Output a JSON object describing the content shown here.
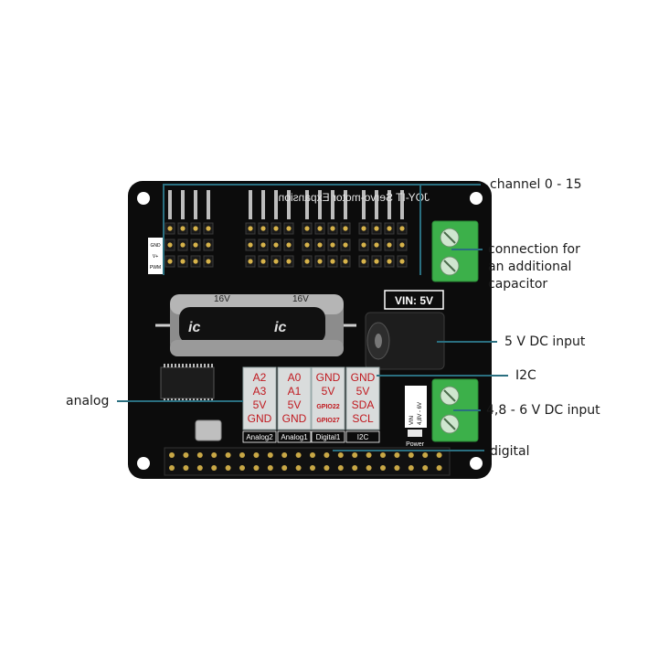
{
  "callouts": {
    "channels": "channel 0 - 15",
    "capacitor": [
      "connection for",
      "an additional",
      "capacitor"
    ],
    "dc5v": "5 V DC input",
    "i2c": "I2C",
    "dc_range": "4,8 - 6 V DC input",
    "digital": "digital",
    "analog": "analog"
  },
  "board": {
    "vin_label": "VIN: 5V",
    "power_label": "Power",
    "vin_range": [
      "VIN",
      "4,8V - 6V"
    ],
    "pin_labels_left": [
      "GND",
      "V+",
      "PWM"
    ],
    "silk_title": "JOY-IT Servo-motor Expansion",
    "cap_marking": "16V",
    "headers": [
      {
        "label": "Analog2",
        "pins": [
          "A2",
          "A3",
          "5V",
          "GND"
        ]
      },
      {
        "label": "Analog1",
        "pins": [
          "A0",
          "A1",
          "5V",
          "GND"
        ]
      },
      {
        "label": "Digital1",
        "pins": [
          "GND",
          "5V",
          "GPIO22",
          "GPIO27"
        ]
      },
      {
        "label": "I2C",
        "pins": [
          "GND",
          "5V",
          "SDA",
          "SCL"
        ]
      }
    ]
  },
  "colors": {
    "pcb": "#0c0c0c",
    "pin_text": "#c0181e",
    "terminal": "#3cb04a",
    "leader": "#2a6f80",
    "pin_block": "#d9dcdc"
  }
}
